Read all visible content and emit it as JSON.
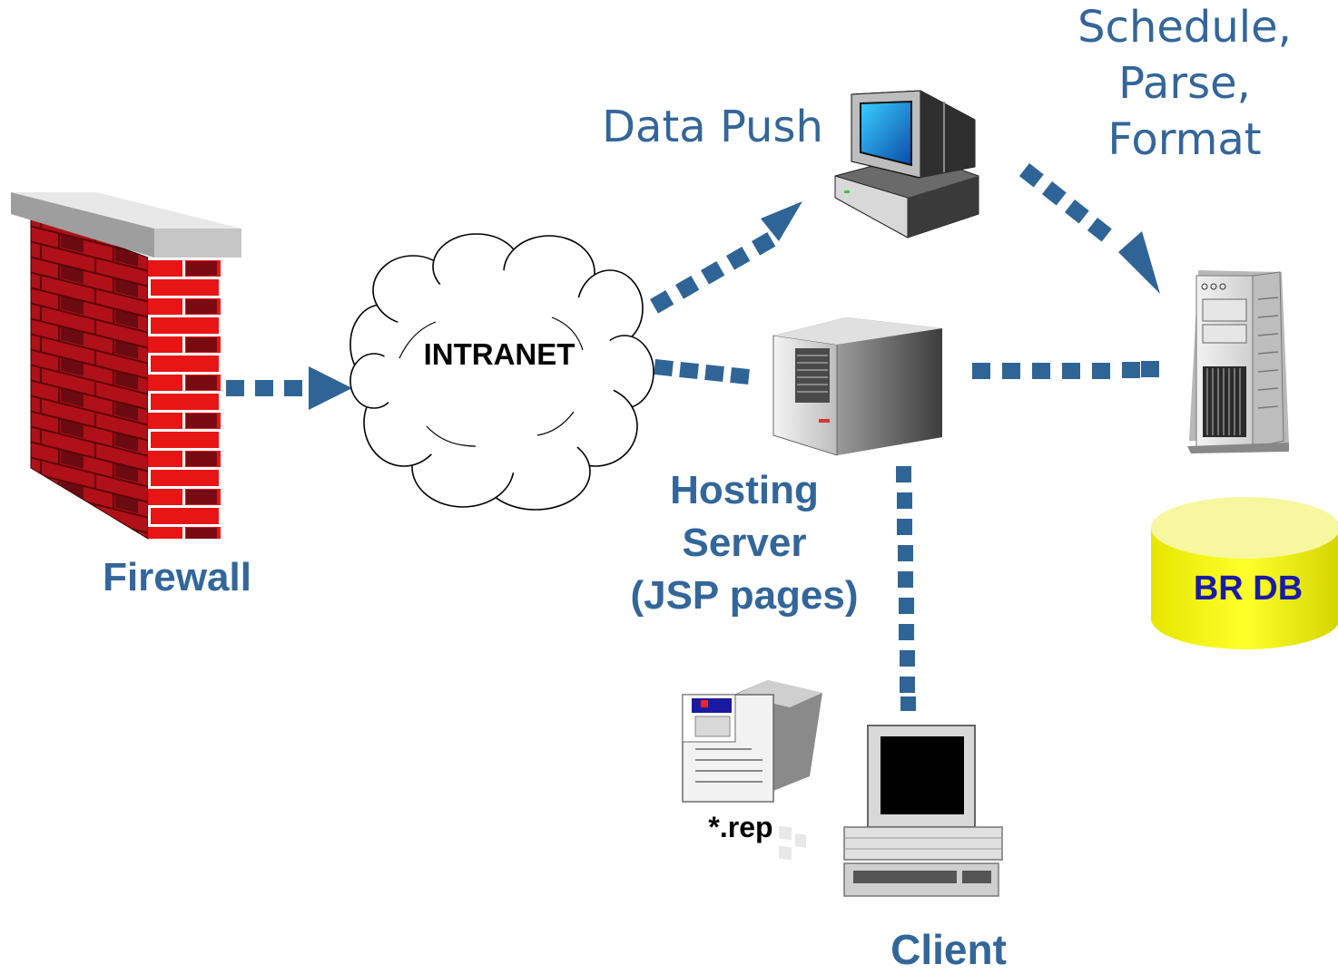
{
  "labels": {
    "data_push": "Data Push",
    "schedule_lines": [
      "Schedule,",
      "Parse,",
      "Format"
    ],
    "intranet": "INTRANET",
    "firewall": "Firewall",
    "hosting_lines": [
      "Hosting",
      "Server",
      "(JSP pages)"
    ],
    "br_db": "BR DB",
    "rep_file": "*.rep",
    "client": "Client"
  },
  "icons": {
    "firewall": "brick-wall-icon",
    "network": "cloud-icon",
    "workstation": "desktop-computer-icon",
    "hosting_server": "tower-server-icon",
    "backend_server": "tower-server-icon",
    "database": "database-cylinder-icon",
    "report_file": "report-document-icon",
    "client_terminal": "terminal-computer-icon"
  },
  "colors": {
    "label_blue": "#33669a",
    "connector_blue": "#2f6596",
    "brick_red": "#e31414",
    "db_yellow": "#f2f200"
  }
}
